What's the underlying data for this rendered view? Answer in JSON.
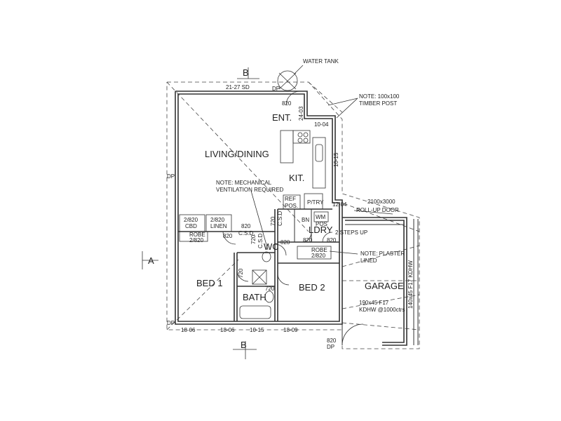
{
  "section_markers": {
    "top": "B",
    "bottom": "B",
    "side": "A"
  },
  "notes": {
    "water_tank": "WATER TANK",
    "timber_post_1": "NOTE: 100x100",
    "timber_post_2": "TIMBER POST",
    "mech_vent_1": "NOTE: MECHANICAL",
    "mech_vent_2": "VENTILATION REQUIRED",
    "plaster_1": "NOTE: PLASTER",
    "plaster_2": "LINED",
    "rollup_1": "2100x3000",
    "rollup_2": "ROLL-UP DOOR",
    "rafters_1": "190x45 F17",
    "rafters_2": "KDHW @1000ctrs",
    "beam": "140x45 F17 KDHW"
  },
  "rooms": {
    "living": "LIVING/DINING",
    "kitchen": "KIT.",
    "entry": "ENT.",
    "bed1": "BED 1",
    "bed2": "BED 2",
    "bath": "BATH",
    "wc": "WC",
    "laundry": "LDRY",
    "garage": "GARAGE"
  },
  "fixtures": {
    "ref": "REF",
    "ref_pos": "POS.",
    "pantry": "P/TRY",
    "bn": "BN",
    "wm": "WM",
    "wm_pos": "POS",
    "robe1": "ROBE",
    "robe1_size": "2/820",
    "robe2": "ROBE",
    "robe2_size": "2/820",
    "cbd_size": "2/820",
    "cbd": "CBD",
    "linen_size": "2/820",
    "linen": "LINEN",
    "csd1": "C.S.D.",
    "csd2": "C.S.D",
    "csd3": "C.S.D",
    "steps": "2 STEPS UP"
  },
  "dimensions": {
    "top_door": "21-27 SD",
    "entry_door": "820",
    "entry_side": "24-03",
    "kitchen_top": "10-04",
    "kitchen_side": "10-15",
    "garage_top": "12-04",
    "ldry_top": "720",
    "hall_820a": "820",
    "hall_820b": "820",
    "hall_820c": "820",
    "hall_820d": "820",
    "hall_820e": "820",
    "wc_door": "720",
    "bed1_door": "720",
    "bath_door": "720",
    "garage_door": "820",
    "bottom_1": "18-06",
    "bottom_2": "18-06",
    "bottom_3": "10-15",
    "bottom_4": "18-09"
  },
  "downpipes": {
    "dp_top": "DP",
    "dp_left": "DP",
    "dp_bottom_left": "DP",
    "dp_bottom_right": "DP"
  }
}
